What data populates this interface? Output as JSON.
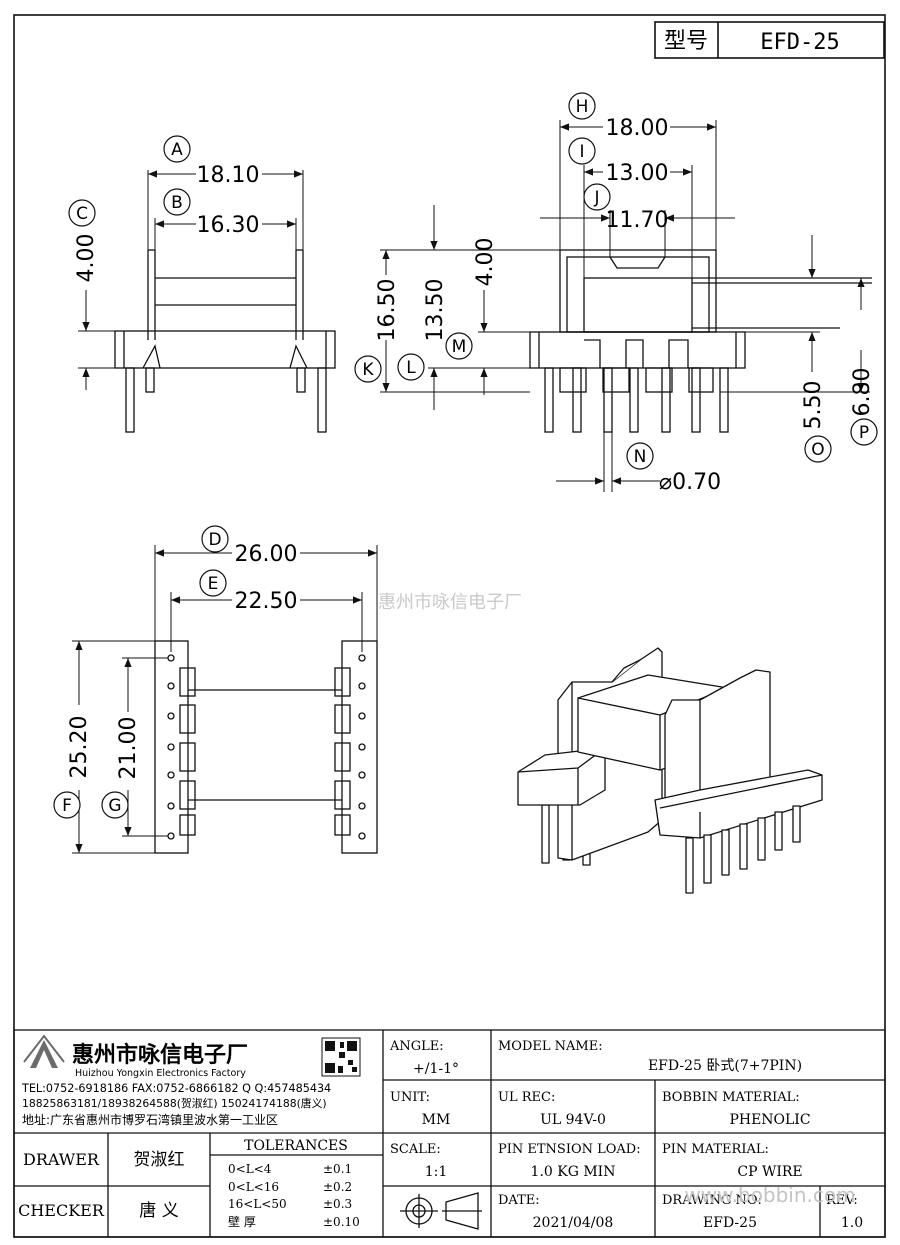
{
  "header": {
    "type_label": "型号",
    "type_value": "EFD-25"
  },
  "dims": {
    "A": "18.10",
    "B": "16.30",
    "C": "4.00",
    "H": "18.00",
    "I": "13.00",
    "J": "11.70",
    "K": "16.50",
    "L": "13.50",
    "M": "4.00",
    "N": "⌀0.70",
    "O": "5.50",
    "P": "6.80",
    "D": "26.00",
    "E": "22.50",
    "F": "25.20",
    "G": "21.00"
  },
  "markers": {
    "A": "A",
    "B": "B",
    "C": "C",
    "D": "D",
    "E": "E",
    "F": "F",
    "G": "G",
    "H": "H",
    "I": "I",
    "J": "J",
    "K": "K",
    "L": "L",
    "M": "M",
    "N": "N",
    "O": "O",
    "P": "P"
  },
  "watermark": "惠州市咏信电子厂",
  "company": {
    "name_cn": "惠州市咏信电子厂",
    "name_en": "Huizhou Yongxin Electronics Factory",
    "tel": "TEL:0752-6918186  FAX:0752-6866182  Q Q:457485434",
    "phones": "18825863181/18938264588(贺淑红)  15024174188(唐义)",
    "address": "地址:广东省惠州市博罗石湾镇里波水第一工业区"
  },
  "title_block": {
    "angle_label": "ANGLE:",
    "angle_value": "+/1-1°",
    "model_label": "MODEL NAME:",
    "model_value": "EFD-25 卧式(7+7PIN)",
    "unit_label": "UNIT:",
    "unit_value": "MM",
    "ulrec_label": "UL REC:",
    "ulrec_value": "UL 94V-0",
    "bobbin_label": "BOBBIN MATERIAL:",
    "bobbin_value": "PHENOLIC",
    "scale_label": "SCALE:",
    "scale_value": "1:1",
    "pinload_label": "PIN ETNSION LOAD:",
    "pinload_value": "1.0 KG MIN",
    "pinmat_label": "PIN MATERIAL:",
    "pinmat_value": "CP WIRE",
    "date_label": "DATE:",
    "date_value": "2021/04/08",
    "drawing_label": "DRAWING NO:",
    "drawing_value": "EFD-25",
    "rev_label": "REV:",
    "rev_value": "1.0",
    "drawer_label": "DRAWER",
    "drawer_value": "贺淑红",
    "checker_label": "CHECKER",
    "checker_value": "唐  义",
    "tolerances_label": "TOLERANCES",
    "tolerances": [
      {
        "range": "0<L<4",
        "value": "±0.1"
      },
      {
        "range": "0<L<16",
        "value": "±0.2"
      },
      {
        "range": "16<L<50",
        "value": "±0.3"
      },
      {
        "range": "壁    厚",
        "value": "±0.10"
      }
    ],
    "site_watermark": "www.bobbin.com"
  }
}
